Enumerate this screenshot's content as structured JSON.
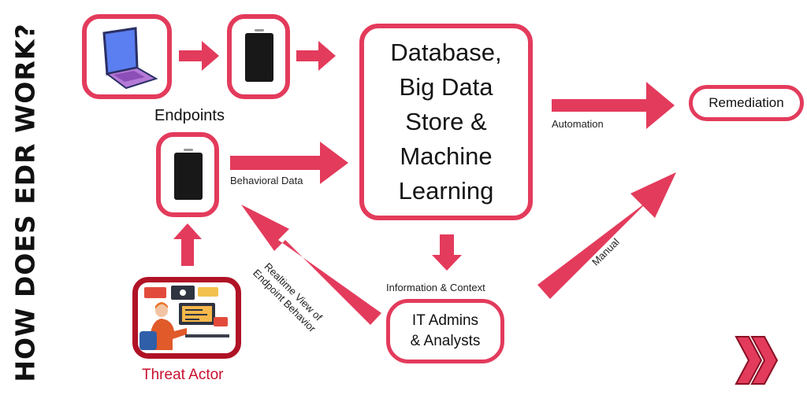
{
  "title": "HOW DOES EDR WORK?",
  "nodes": {
    "endpoints": "Endpoints",
    "database": "Database,\nBig Data\nStore &\nMachine\nLearning",
    "remediation": "Remediation",
    "it_admins": "IT Admins\n& Analysts",
    "threat_actor": "Threat Actor"
  },
  "edges": {
    "behavioral_data": "Behavioral Data",
    "automation": "Automation",
    "information_context": "Information & Context",
    "manual": "Manual",
    "realtime_view": "Realtime View of\nEndpoint Behavior"
  },
  "colors": {
    "accent": "#e33b5c",
    "threat_border": "#b01226",
    "threat_text": "#c8102e"
  },
  "icons": {
    "laptop": "laptop-icon",
    "phone": "phone-icon",
    "threat": "hacker-illustration",
    "logo": "chevron-logo"
  }
}
